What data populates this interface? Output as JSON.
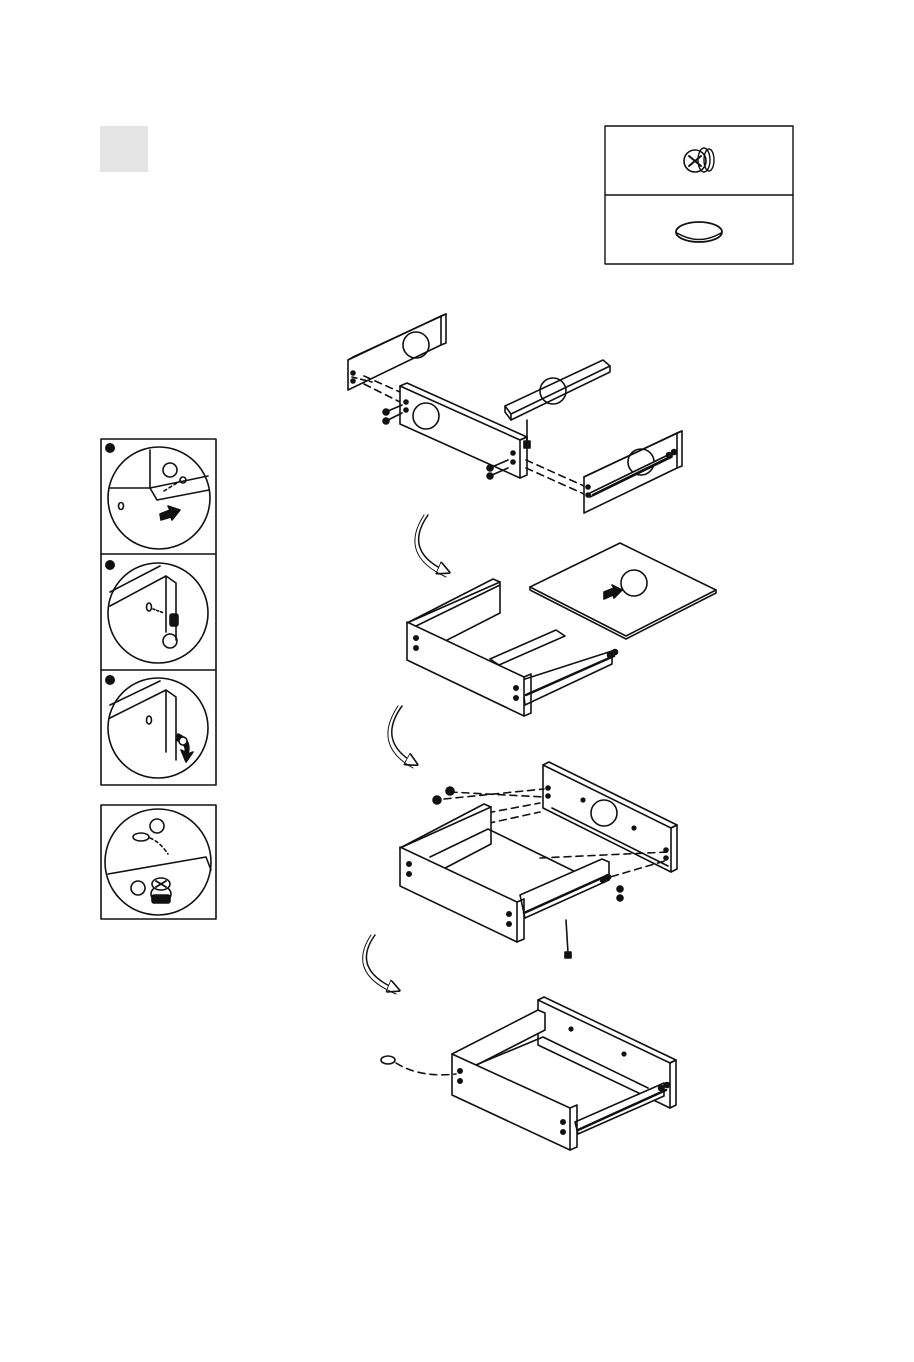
{
  "page": {
    "step_box_color": "#e4e4e4",
    "line_color": "#111111",
    "paper_color": "#ffffff"
  },
  "hardware_legend": {
    "items": [
      {
        "icon": "cam-lock-icon"
      },
      {
        "icon": "cover-cap-icon"
      }
    ]
  },
  "detail_insets": {
    "panels": [
      {
        "icon": "cam-bolt-insert-icon"
      },
      {
        "icon": "cam-lock-insert-icon"
      },
      {
        "icon": "cam-lock-turn-icon"
      }
    ],
    "cap_detail": {
      "icon": "cap-fitting-icon"
    }
  },
  "assembly_sequence": [
    {
      "stage": "exploded-frame"
    },
    {
      "stage": "insert-bottom-panel"
    },
    {
      "stage": "attach-back-panel"
    },
    {
      "stage": "finished-drawer"
    }
  ]
}
